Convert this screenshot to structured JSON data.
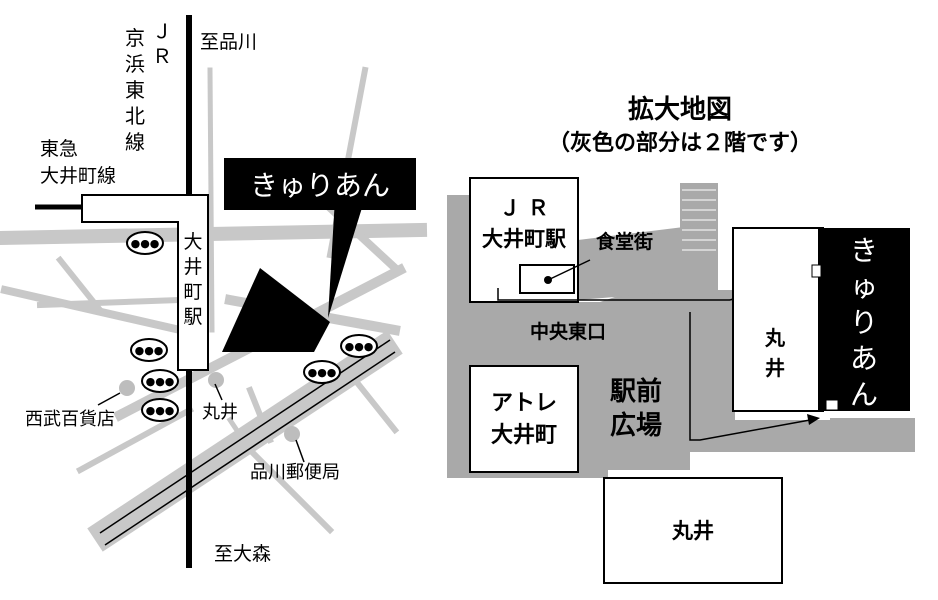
{
  "left_map": {
    "jr_line_label": [
      "Ｊ",
      "Ｒ",
      "京",
      "浜",
      "東",
      "北",
      "線"
    ],
    "to_shinagawa": "至品川",
    "to_omori": "至大森",
    "tokyu_line_label": [
      "東急",
      "大井町線"
    ],
    "station_label": [
      "大",
      "井",
      "町",
      "駅"
    ],
    "shop_callout": "きゅりあん",
    "seibu": "西武百貨店",
    "marui": "丸井",
    "post_office": "品川郵便局",
    "bus_stop_glyph": "●●●"
  },
  "right_map": {
    "title": "拡大地図",
    "subtitle": "（灰色の部分は２階です）",
    "jr_station": [
      "Ｊ Ｒ",
      "大井町駅"
    ],
    "food_street": "食堂街",
    "central_exit": "中央東口",
    "atre": [
      "アトレ",
      "大井町"
    ],
    "station_plaza": [
      "駅前",
      "広場"
    ],
    "marui_upper": [
      "丸",
      "井"
    ],
    "kyurian_vertical": [
      "き",
      "ゅ",
      "り",
      "あ",
      "ん"
    ],
    "marui_lower": "丸井"
  },
  "colors": {
    "road_gray": "#c8c8c8",
    "plaza_gray": "#a9a9a9",
    "black": "#000000"
  }
}
